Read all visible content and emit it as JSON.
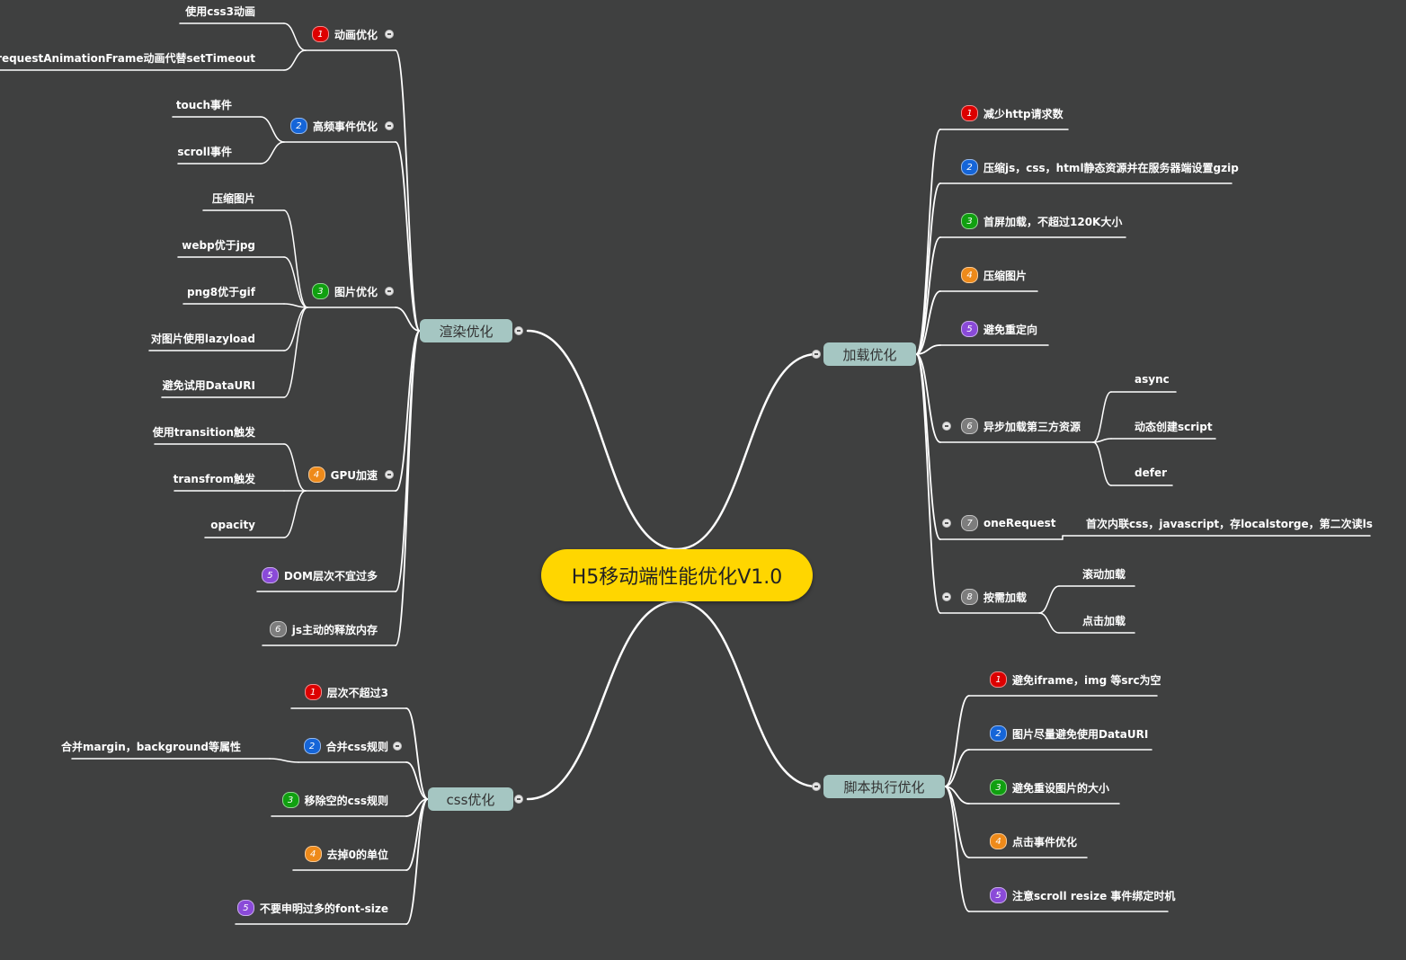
{
  "root": {
    "label": "H5移动端性能优化V1.0"
  },
  "colors": {
    "background": "#3f4040",
    "root": "#ffd600",
    "branch": "#a5c6c2",
    "line": "#ffffff",
    "badges": {
      "1": "#dd0000",
      "2": "#1565d8",
      "3": "#10a010",
      "4": "#ee8a1a",
      "5": "#8a4ad8",
      "6": "#7d7d7d",
      "7": "#7d7d7d",
      "8": "#7d7d7d"
    }
  },
  "branches": {
    "render": {
      "label": "渲染优化",
      "children": [
        {
          "num": "1",
          "label": "动画优化",
          "children": [
            "使用css3动画",
            "使用requestAnimationFrame动画代替setTimeout"
          ]
        },
        {
          "num": "2",
          "label": "高频事件优化",
          "children": [
            "touch事件",
            "scroll事件"
          ]
        },
        {
          "num": "3",
          "label": "图片优化",
          "children": [
            "压缩图片",
            "webp优于jpg",
            "png8优于gif",
            "对图片使用lazyload",
            "避免试用DataURI"
          ]
        },
        {
          "num": "4",
          "label": "GPU加速",
          "children": [
            "使用transition触发",
            "transfrom触发",
            "opacity"
          ]
        },
        {
          "num": "5",
          "label": "DOM层次不宜过多"
        },
        {
          "num": "6",
          "label": "js主动的释放内存"
        }
      ]
    },
    "css": {
      "label": "css优化",
      "children": [
        {
          "num": "1",
          "label": "层次不超过3"
        },
        {
          "num": "2",
          "label": "合并css规则",
          "children": [
            "合并margin，background等属性"
          ]
        },
        {
          "num": "3",
          "label": "移除空的css规则"
        },
        {
          "num": "4",
          "label": "去掉0的单位"
        },
        {
          "num": "5",
          "label": "不要申明过多的font-size"
        }
      ]
    },
    "load": {
      "label": "加载优化",
      "children": [
        {
          "num": "1",
          "label": "减少http请求数"
        },
        {
          "num": "2",
          "label": "压缩js，css，html静态资源并在服务器端设置gzip"
        },
        {
          "num": "3",
          "label": "首屏加载，不超过120K大小"
        },
        {
          "num": "4",
          "label": "压缩图片"
        },
        {
          "num": "5",
          "label": "避免重定向"
        },
        {
          "num": "6",
          "label": "异步加载第三方资源",
          "children": [
            "async",
            "动态创建script",
            "defer"
          ]
        },
        {
          "num": "7",
          "label": "oneRequest",
          "children": [
            "首次内联css，javascript，存localstorge，第二次读ls"
          ]
        },
        {
          "num": "8",
          "label": "按需加载",
          "children": [
            "滚动加载",
            "点击加载"
          ]
        }
      ]
    },
    "script": {
      "label": "脚本执行优化",
      "children": [
        {
          "num": "1",
          "label": "避免iframe，img 等src为空"
        },
        {
          "num": "2",
          "label": "图片尽量避免使用DataURI"
        },
        {
          "num": "3",
          "label": "避免重设图片的大小"
        },
        {
          "num": "4",
          "label": "点击事件优化"
        },
        {
          "num": "5",
          "label": "注意scroll resize 事件绑定时机"
        }
      ]
    }
  }
}
